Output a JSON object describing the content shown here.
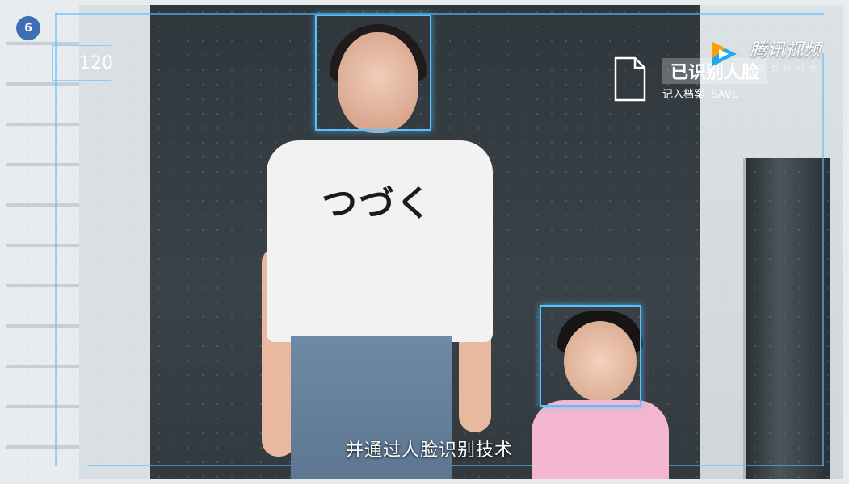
{
  "video": {
    "platform_name": "腾讯视频",
    "platform_slogan": "不负好时光",
    "corner_badge": "6",
    "counter_value": "120",
    "status": {
      "title": "已识别人脸",
      "subline_cn": "记入档案",
      "subline_en": "SAVE"
    },
    "subtitle": "并通过人脸识别技术"
  },
  "scene": {
    "shirt_text": "つづく"
  },
  "colors": {
    "hud_blue": "#58c2ff",
    "tencent_orange": "#ff9d00",
    "tencent_blue": "#23a7f1",
    "tencent_green": "#7fce3e"
  }
}
